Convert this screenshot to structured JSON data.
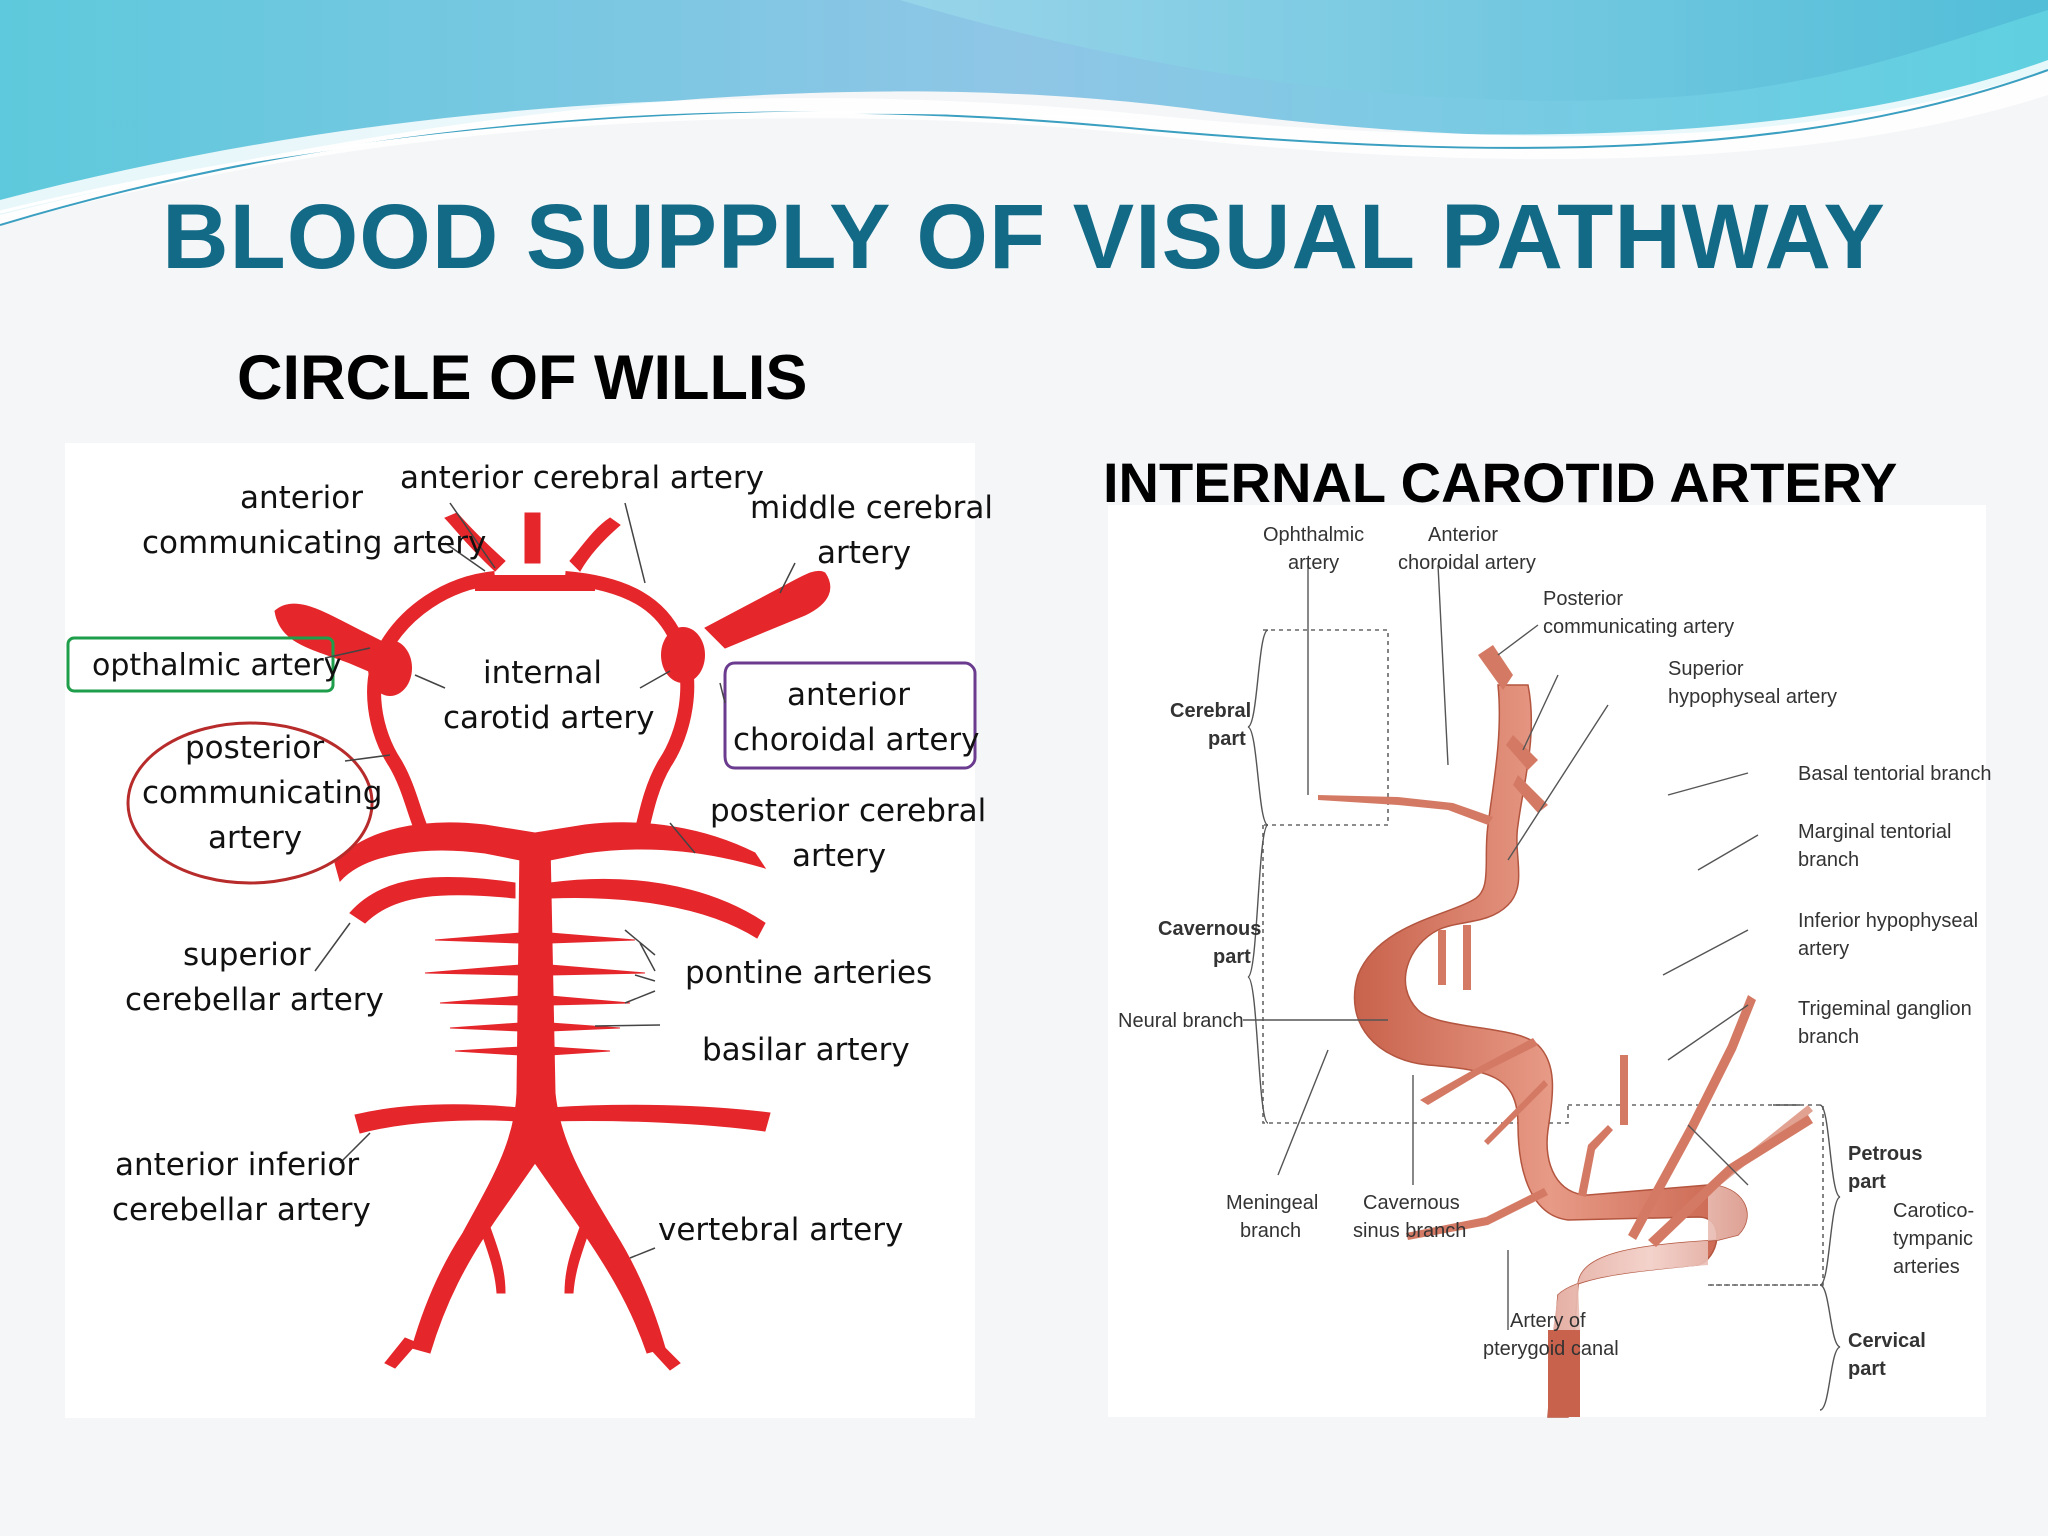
{
  "slide": {
    "title": "BLOOD SUPPLY OF VISUAL PATHWAY",
    "left_heading": "CIRCLE OF WILLIS",
    "right_heading": "INTERNAL CAROTID ARTERY"
  },
  "colors": {
    "title": "#136a86",
    "artery_red": "#e5262b",
    "carotid": "#d9826d",
    "box_green": "#1e9e4a",
    "box_purple": "#6a3b8e",
    "circle_red": "#b72b2b"
  },
  "willis": {
    "labels": {
      "anterior_cerebral": "anterior cerebral artery",
      "anterior_comm_1": "anterior",
      "anterior_comm_2": "communicating artery",
      "middle_cerebral_1": "middle cerebral",
      "middle_cerebral_2": "artery",
      "opthalmic": "opthalmic artery",
      "internal_carotid_1": "internal",
      "internal_carotid_2": "carotid artery",
      "anterior_choroidal_1": "anterior",
      "anterior_choroidal_2": "choroidal artery",
      "posterior_comm_1": "posterior",
      "posterior_comm_2": "communicating",
      "posterior_comm_3": "artery",
      "posterior_cerebral_1": "posterior cerebral",
      "posterior_cerebral_2": "artery",
      "superior_cerebellar_1": "superior",
      "superior_cerebellar_2": "cerebellar artery",
      "pontine": "pontine arteries",
      "basilar": "basilar artery",
      "aica_1": "anterior inferior",
      "aica_2": "cerebellar artery",
      "vertebral": "vertebral artery"
    }
  },
  "carotid": {
    "labels": {
      "ophthalmic_1": "Ophthalmic",
      "ophthalmic_2": "artery",
      "ant_choroidal_1": "Anterior",
      "ant_choroidal_2": "choroidal artery",
      "post_comm_1": "Posterior",
      "post_comm_2": "communicating artery",
      "sup_hypo_1": "Superior",
      "sup_hypo_2": "hypophyseal artery",
      "basal_tentorial": "Basal tentorial branch",
      "marginal_tentorial_1": "Marginal tentorial",
      "marginal_tentorial_2": "branch",
      "inf_hypo_1": "Inferior hypophyseal",
      "inf_hypo_2": "artery",
      "trigeminal_1": "Trigeminal ganglion",
      "trigeminal_2": "branch",
      "cerebral_1": "Cerebral",
      "cerebral_2": "part",
      "cavernous_1": "Cavernous",
      "cavernous_2": "part",
      "neural": "Neural branch",
      "meningeal_1": "Meningeal",
      "meningeal_2": "branch",
      "cav_sinus_1": "Cavernous",
      "cav_sinus_2": "sinus branch",
      "pterygoid_1": "Artery of",
      "pterygoid_2": "pterygoid canal",
      "petrous_1": "Petrous",
      "petrous_2": "part",
      "carotico_1": "Carotico-",
      "carotico_2": "tympanic",
      "carotico_3": "arteries",
      "cervical_1": "Cervical",
      "cervical_2": "part"
    }
  }
}
